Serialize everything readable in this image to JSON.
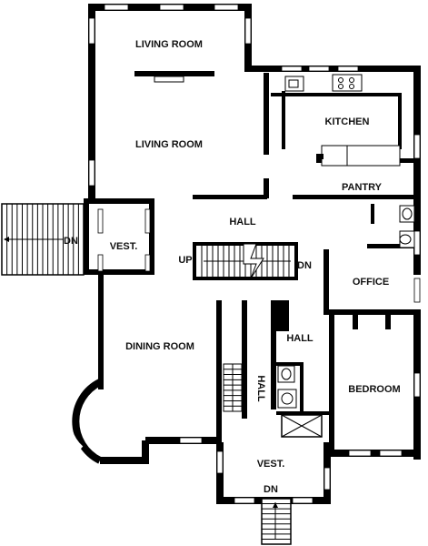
{
  "rooms": {
    "living_room_upper": "LIVING ROOM",
    "living_room_lower": "LIVING ROOM",
    "kitchen": "KITCHEN",
    "pantry": "PANTRY",
    "hall_main": "HALL",
    "vestibule_west": "VEST.",
    "dining_room": "DINING ROOM",
    "office": "OFFICE",
    "hall_east": "HALL",
    "hall_vertical": "HALL",
    "bedroom": "BEDROOM",
    "vestibule_south": "VEST."
  },
  "stair_labels": {
    "west_down": "DN",
    "center_up": "UP",
    "center_down": "DN",
    "south_down": "DN"
  }
}
